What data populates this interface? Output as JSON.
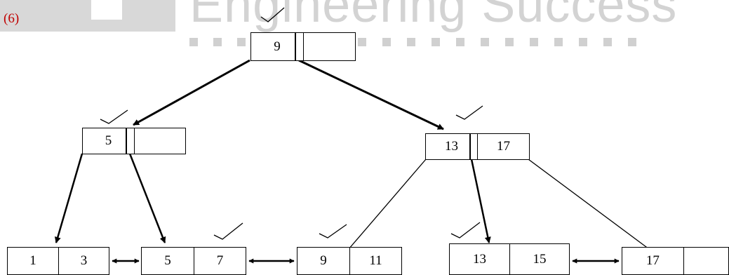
{
  "watermark": {
    "text": "Engineering Success"
  },
  "question_label": "(6)",
  "tree": {
    "root": {
      "keys": [
        "9",
        ""
      ]
    },
    "internal": [
      {
        "keys": [
          "5",
          ""
        ]
      },
      {
        "keys": [
          "13",
          "17"
        ]
      }
    ],
    "leaves": [
      {
        "keys": [
          "1",
          "3"
        ]
      },
      {
        "keys": [
          "5",
          "7"
        ]
      },
      {
        "keys": [
          "9",
          "11"
        ]
      },
      {
        "keys": [
          "13",
          "15"
        ]
      },
      {
        "keys": [
          "17",
          ""
        ]
      }
    ]
  },
  "colors": {
    "label": "#c00000",
    "watermark": "#d3d3d3",
    "line": "#000000"
  }
}
